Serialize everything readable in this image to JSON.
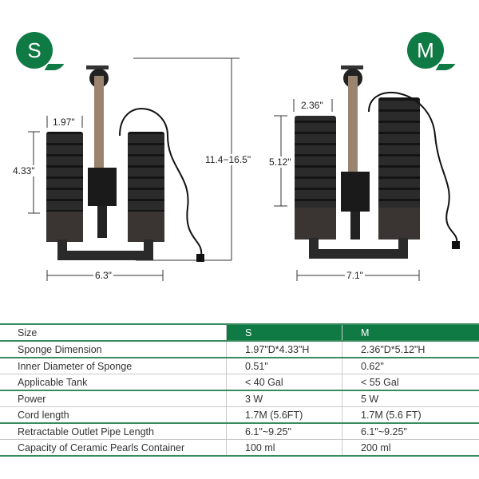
{
  "badges": {
    "small": "S",
    "medium": "M"
  },
  "dimensions": {
    "small": {
      "sponge_width": "1.97\"",
      "sponge_height": "4.33\"",
      "base_width": "6.3\""
    },
    "overall_height": "11.4−16.5\"",
    "medium": {
      "sponge_width": "2.36\"",
      "sponge_height": "5.12\"",
      "base_width": "7.1\""
    }
  },
  "table": {
    "header": {
      "label": "Size",
      "s": "S",
      "m": "M"
    },
    "rows": [
      {
        "label": "Sponge Dimension",
        "s": "1.97\"D*4.33\"H",
        "m": "2.36\"D*5.12\"H"
      },
      {
        "label": "Inner Diameter of Sponge",
        "s": "0.51\"",
        "m": "0.62\""
      },
      {
        "label": "Applicable Tank",
        "s": "< 40 Gal",
        "m": "< 55 Gal"
      },
      {
        "label": "Power",
        "s": "3 W",
        "m": "5 W"
      },
      {
        "label": "Cord length",
        "s": "1.7M (5.6FT)",
        "m": "1.7M (5.6 FT)"
      },
      {
        "label": "Retractable Outlet Pipe Length",
        "s": "6.1\"~9.25\"",
        "m": "6.1\"~9.25\""
      },
      {
        "label": "Capacity of Ceramic Pearls Container",
        "s": "100 ml",
        "m": "200 ml"
      }
    ]
  },
  "colors": {
    "brand_green": "#0f7a43"
  }
}
